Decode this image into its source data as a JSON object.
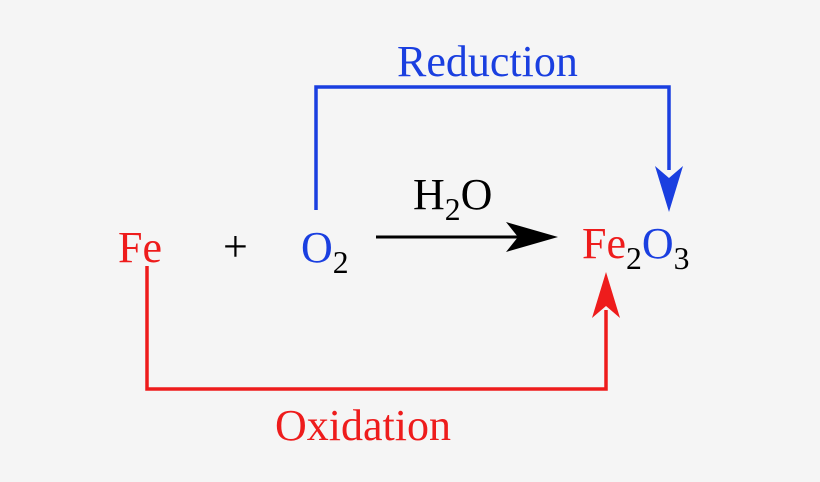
{
  "colors": {
    "iron": "#ee1c1c",
    "oxygen": "#1a3fe0",
    "text": "#000000",
    "background": "#f5f5f5"
  },
  "reduction_label": "Reduction",
  "oxidation_label": "Oxidation",
  "reactants": {
    "fe": "Fe",
    "plus": "+",
    "o2_symbol": "O",
    "o2_subscript": "2"
  },
  "condition": {
    "h_symbol": "H",
    "h_subscript": "2",
    "o_symbol": "O"
  },
  "product": {
    "fe_symbol": "Fe",
    "fe_subscript": "2",
    "o_symbol": "O",
    "o_subscript": "3"
  }
}
